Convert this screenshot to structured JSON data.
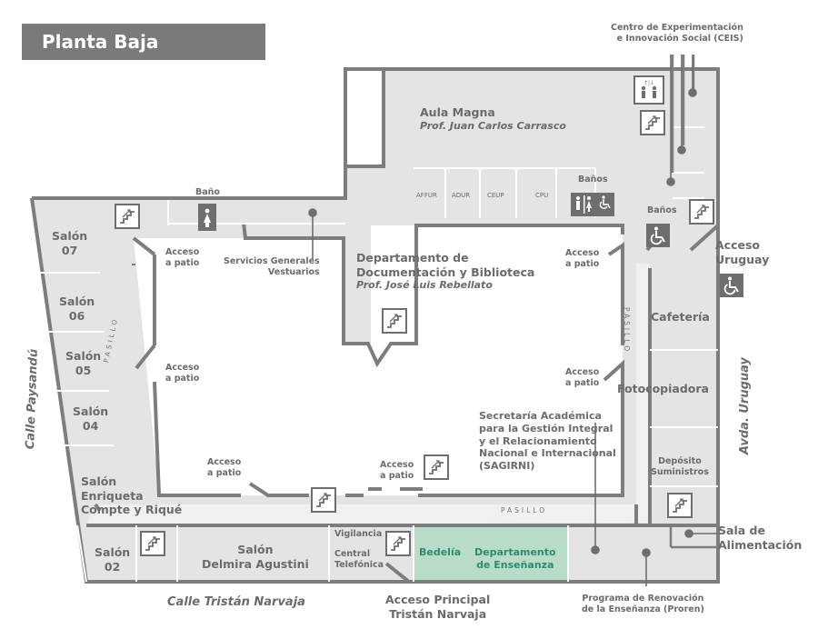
{
  "title": "Planta Baja",
  "streets": {
    "paysandu": "Calle Paysandú",
    "tristan": "Calle Tristán Narvaja",
    "uruguay": "Avda. Uruguay"
  },
  "rooms": {
    "salon07": "Salón\n07",
    "salon06": "Salón\n06",
    "salon05": "Salón\n05",
    "salon04": "Salón\n04",
    "salon_enriqueta": "Salón\nEnriqueta\nCompte y Riqué",
    "salon02": "Salón\n02",
    "salon_delmira": "Salón\nDelmira Agustini",
    "vigilancia": "Vigilancia",
    "central": "Central\nTelefónica",
    "bedelia": "Bedelía",
    "depto_ensenanza": "Departamento\nde Enseñanza",
    "aula_magna": "Aula Magna",
    "aula_magna_sub": "Prof. Juan Carlos Carrasco",
    "affur": "AFFUR",
    "adur": "ADUR",
    "ceup": "CEUP",
    "cpu": "CPU",
    "banos_top": "Baños",
    "bano_left": "Baño",
    "banos_right": "Baños",
    "servicios": "Servicios Generales\nVestuarios",
    "biblioteca": "Departamento de\nDocumentación y Biblioteca",
    "biblioteca_sub": "Prof. José Luis Rebellato",
    "cafeteria": "Cafetería",
    "fotocopiadora": "Fotocopiadora",
    "deposito": "Depósito\nSuministros",
    "sagirni": "Secretaría Académica\npara la Gestión Integral\ny el Relacionamiento\nNacional e Internacional\n(SAGIRNI)",
    "ceis": "Centro de Experimentación\ne Innovación Social (CEIS)",
    "acceso_uruguay": "Acceso\nUruguay",
    "sala_alimentacion": "Sala de\nAlimentación",
    "acceso_principal": "Acceso Principal\nTristán Narvaja",
    "proren": "Programa de Renovación\nde la Enseñanza (Proren)"
  },
  "patio_access": "Acceso\na patio",
  "pasillo": "PASILLO",
  "colors": {
    "wall": "#7d7d7d",
    "floor": "#e4e4e4",
    "corridor": "#f0f0f0",
    "highlight": "#b9dcc9",
    "icon": "#6e6e6e",
    "text": "#6b6b6b",
    "teal": "#2e8b72"
  },
  "icons": [
    "stairs-icon",
    "elevator-icon",
    "woman-icon",
    "restroom-icon",
    "wheelchair-icon"
  ]
}
